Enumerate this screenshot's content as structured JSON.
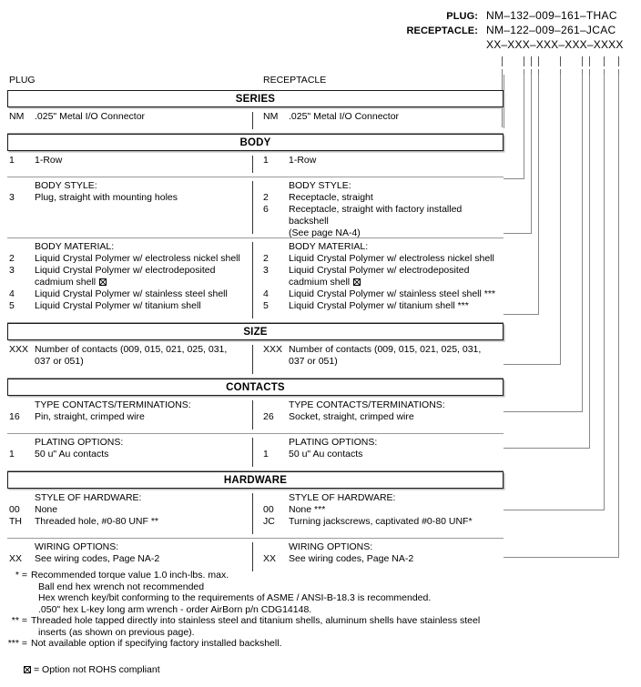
{
  "header": {
    "rows": [
      {
        "label": "PLUG:",
        "value": "NM–132–009–161–THAC"
      },
      {
        "label": "RECEPTACLE:",
        "value": "NM–122–009–261–JCAC"
      },
      {
        "label": "",
        "value": "XX–XXX–XXX–XXX–XXXX"
      }
    ]
  },
  "columns": {
    "left": "PLUG",
    "right": "RECEPTACLE"
  },
  "sections": [
    {
      "title": "SERIES",
      "blocks": [
        {
          "left": {
            "subtitle": "",
            "options": [
              {
                "code": "NM",
                "text": ".025\" Metal I/O Connector"
              }
            ]
          },
          "right": {
            "subtitle": "",
            "options": [
              {
                "code": "NM",
                "text": ".025\" Metal I/O Connector"
              }
            ]
          }
        }
      ]
    },
    {
      "title": "BODY",
      "blocks": [
        {
          "left": {
            "subtitle": "",
            "options": [
              {
                "code": "1",
                "text": "1-Row"
              }
            ]
          },
          "right": {
            "subtitle": "",
            "options": [
              {
                "code": "1",
                "text": "1-Row"
              }
            ]
          }
        },
        {
          "left": {
            "subtitle": "BODY STYLE:",
            "options": [
              {
                "code": "3",
                "text": "Plug, straight with mounting holes"
              }
            ]
          },
          "right": {
            "subtitle": "BODY STYLE:",
            "options": [
              {
                "code": "2",
                "text": "Receptacle, straight"
              },
              {
                "code": "6",
                "text": "Receptacle, straight with factory installed backshell",
                "cont": "(See page NA-4)"
              }
            ]
          }
        },
        {
          "left": {
            "subtitle": "BODY MATERIAL:",
            "options": [
              {
                "code": "2",
                "text": "Liquid Crystal Polymer w/ electroless nickel shell"
              },
              {
                "code": "3",
                "text": "Liquid Crystal Polymer w/ electrodeposited",
                "cont": "cadmium shell",
                "cont_rohs": true
              },
              {
                "code": "4",
                "text": "Liquid Crystal Polymer w/ stainless steel shell"
              },
              {
                "code": "5",
                "text": "Liquid Crystal Polymer w/ titanium shell"
              }
            ]
          },
          "right": {
            "subtitle": "BODY MATERIAL:",
            "options": [
              {
                "code": "2",
                "text": "Liquid Crystal Polymer w/ electroless nickel shell"
              },
              {
                "code": "3",
                "text": "Liquid Crystal Polymer w/ electrodeposited",
                "cont": "cadmium shell",
                "cont_rohs": true
              },
              {
                "code": "4",
                "text": "Liquid Crystal Polymer w/ stainless steel shell ***"
              },
              {
                "code": "5",
                "text": "Liquid Crystal Polymer w/ titanium shell ***"
              }
            ]
          }
        }
      ]
    },
    {
      "title": "SIZE",
      "blocks": [
        {
          "left": {
            "subtitle": "",
            "options": [
              {
                "code": "XXX",
                "text": "Number of contacts (009, 015, 021, 025, 031,",
                "cont": "037 or 051)"
              }
            ]
          },
          "right": {
            "subtitle": "",
            "options": [
              {
                "code": "XXX",
                "text": "Number of contacts (009, 015, 021, 025, 031,",
                "cont": "037 or 051)"
              }
            ]
          }
        }
      ]
    },
    {
      "title": "CONTACTS",
      "blocks": [
        {
          "left": {
            "subtitle": "TYPE CONTACTS/TERMINATIONS:",
            "options": [
              {
                "code": "16",
                "text": "Pin, straight, crimped wire"
              }
            ]
          },
          "right": {
            "subtitle": "TYPE CONTACTS/TERMINATIONS:",
            "options": [
              {
                "code": "26",
                "text": "Socket, straight, crimped wire"
              }
            ]
          }
        },
        {
          "left": {
            "subtitle": "PLATING OPTIONS:",
            "options": [
              {
                "code": "1",
                "text": "50 u\" Au contacts"
              }
            ]
          },
          "right": {
            "subtitle": "PLATING OPTIONS:",
            "options": [
              {
                "code": "1",
                "text": "50 u\" Au contacts"
              }
            ]
          }
        }
      ]
    },
    {
      "title": "HARDWARE",
      "blocks": [
        {
          "left": {
            "subtitle": "STYLE OF HARDWARE:",
            "options": [
              {
                "code": "00",
                "text": "None"
              },
              {
                "code": "TH",
                "text": "Threaded hole, #0-80 UNF  **"
              }
            ]
          },
          "right": {
            "subtitle": "STYLE OF HARDWARE:",
            "options": [
              {
                "code": "00",
                "text": "None  ***"
              },
              {
                "code": "JC",
                "text": "Turning jackscrews, captivated #0-80 UNF*"
              }
            ]
          }
        },
        {
          "left": {
            "subtitle": "WIRING OPTIONS:",
            "options": [
              {
                "code": "XX",
                "text": "See wiring codes, Page NA-2"
              }
            ]
          },
          "right": {
            "subtitle": "WIRING OPTIONS:",
            "options": [
              {
                "code": "XX",
                "text": "See wiring codes, Page NA-2"
              }
            ]
          }
        }
      ]
    }
  ],
  "footnotes": [
    {
      "marker": "* =",
      "lines": [
        "Recommended torque value 1.0 inch-lbs. max.",
        "Ball end hex wrench not recommended",
        "Hex wrench key/bit conforming to the requirements of ASME / ANSI-B-18.3 is recommended.",
        ".050\" hex L-key long arm wrench - order AirBorn p/n CDG14148."
      ]
    },
    {
      "marker": "** =",
      "lines": [
        "Threaded hole tapped directly into stainless steel and titanium shells, aluminum shells have stainless steel",
        "inserts (as shown on previous page)."
      ]
    },
    {
      "marker": "*** =",
      "lines": [
        "Not available option if specifying factory installed backshell."
      ]
    }
  ],
  "rohs_legend": "= Option not ROHS compliant"
}
